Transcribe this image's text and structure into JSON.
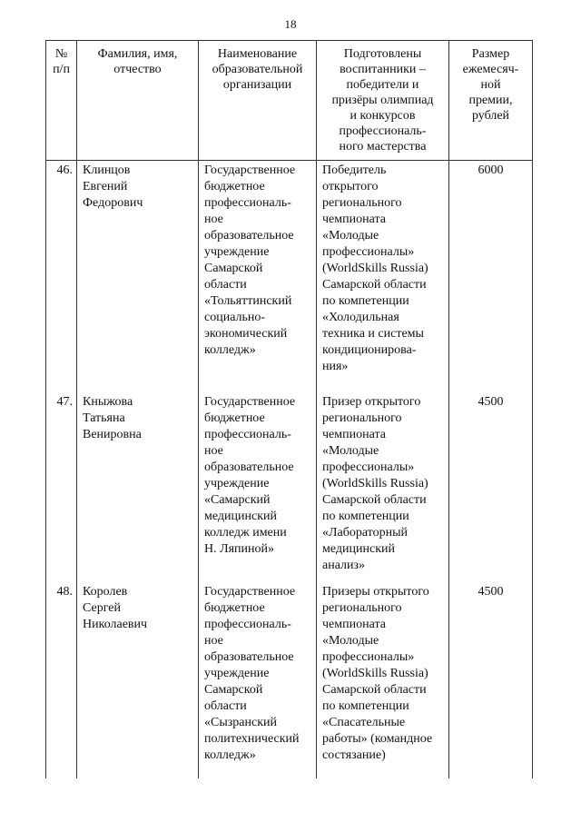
{
  "page_number": "18",
  "table": {
    "headers": {
      "num": "№\nп/п",
      "name": "Фамилия, имя,\nотчество",
      "org": "Наименование\nобразовательной\nорганизации",
      "achievement": "Подготовлены\nвоспитанники –\nпобедители и\nпризёры олимпиад\nи конкурсов\nпрофессиональ-\nного мастерства",
      "amount": "Размер\nежемесяч-\nной\nпремии,\nрублей"
    },
    "rows": [
      {
        "num": "46.",
        "name": "Клинцов\nЕвгений\n   Федорович",
        "org": "Государственное\nбюджетное\nпрофессиональ-\nное\nобразовательное\nучреждение\nСамарской\nобласти\n«Тольяттинский\nсоциально-\nэкономический\nколледж»",
        "achievement": "Победитель\nоткрытого\nрегионального\nчемпионата\n«Молодые\nпрофессионалы»\n(WorldSkills Russia)\nСамарской области\nпо компетенции\n«Холодильная\nтехника и системы\nкондиционирова-\nния»",
        "amount": "6000"
      },
      {
        "num": "47.",
        "name": "Кныжова\nТатьяна\nВенировна",
        "org": "Государственное\nбюджетное\nпрофессиональ-\nное\nобразовательное\nучреждение\n«Самарский\nмедицинский\nколледж имени\nН. Ляпиной»",
        "achievement": "Призер открытого\nрегионального\nчемпионата\n«Молодые\nпрофессионалы»\n(WorldSkills Russia)\nСамарской области\nпо компетенции\n«Лабораторный\nмедицинский\nанализ»",
        "amount": "4500"
      },
      {
        "num": "48.",
        "name": "Королев\nСергей\n   Николаевич",
        "org": "Государственное\nбюджетное\nпрофессиональ-\nное\nобразовательное\nучреждение\nСамарской\nобласти\n«Сызранский\nполитехнический\nколледж»",
        "achievement": "Призеры открытого\nрегионального\nчемпионата\n«Молодые\nпрофессионалы»\n(WorldSkills Russia)\nСамарской области\nпо компетенции\n«Спасательные\nработы» (командное\nсостязание)",
        "amount": "4500"
      }
    ]
  }
}
